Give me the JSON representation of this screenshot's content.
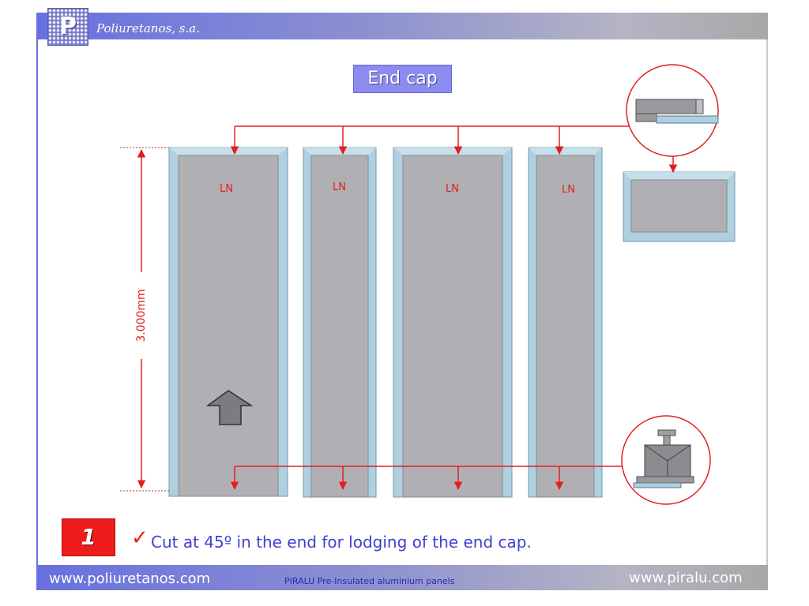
{
  "header": {
    "company": "Poliuretanos, s.a.",
    "logo_letter": "P"
  },
  "slide": {
    "title": "End cap",
    "panels": [
      {
        "label": "LN"
      },
      {
        "label": "LN"
      },
      {
        "label": "LN"
      },
      {
        "label": "LN"
      }
    ],
    "dimension_label": "3.000mm",
    "step_number": "1",
    "check_mark": "✓",
    "bullet_text": "Cut at 45º in the end for lodging of the end cap."
  },
  "footer": {
    "left_url": "www.poliuretanos.com",
    "center_text": "PIRALU Pre-Insulated aluminium panels",
    "right_url": "www.piralu.com"
  },
  "colors": {
    "accent_red": "#ee1c1c",
    "header_blue": "#6870e0",
    "frame_blue": "#aed0e0",
    "panel_gray": "#b0b0b4",
    "text_blue": "#4040d0"
  }
}
